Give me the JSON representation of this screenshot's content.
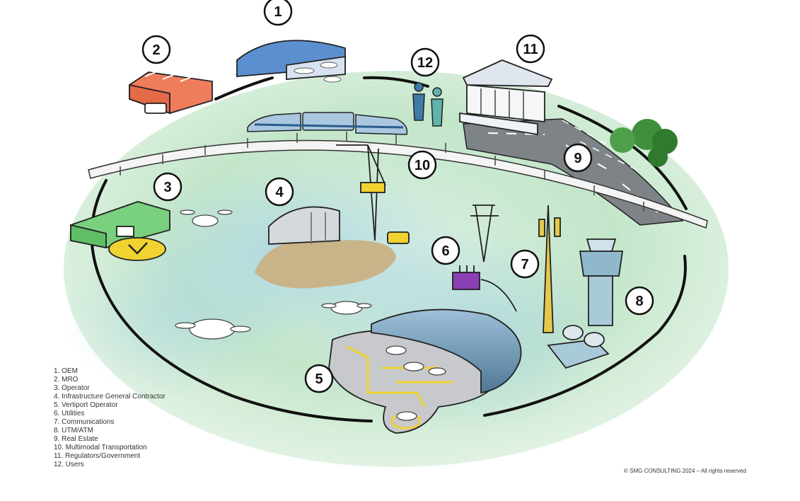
{
  "badges": [
    "1",
    "2",
    "3",
    "4",
    "5",
    "6",
    "7",
    "8",
    "9",
    "10",
    "11",
    "12"
  ],
  "legend": [
    "1. OEM",
    "2. MRO",
    "3. Operator",
    "4. Infrastructure General Contractor",
    "5. Vertiport Operator",
    "6. Utilities",
    "7. Communications",
    "8. UTM/ATM",
    "9. Real Estate",
    "10. Multimodal Transportation",
    "11. Regulators/Government",
    "12. Users"
  ],
  "copyright": "© SMG CONSULTING 2024 – All rights reserved",
  "colors": {
    "ground_green": "#bfe6b8",
    "ground_blue": "#bfe0ea",
    "hangar_blue": "#4f7ec0",
    "mro_orange": "#ef7d5c",
    "operator_green": "#79d07f",
    "utility_purple": "#8a3fb5",
    "tower_blue": "#8fb8cc",
    "road_grey": "#7e8388",
    "yellow": "#f0d230"
  }
}
